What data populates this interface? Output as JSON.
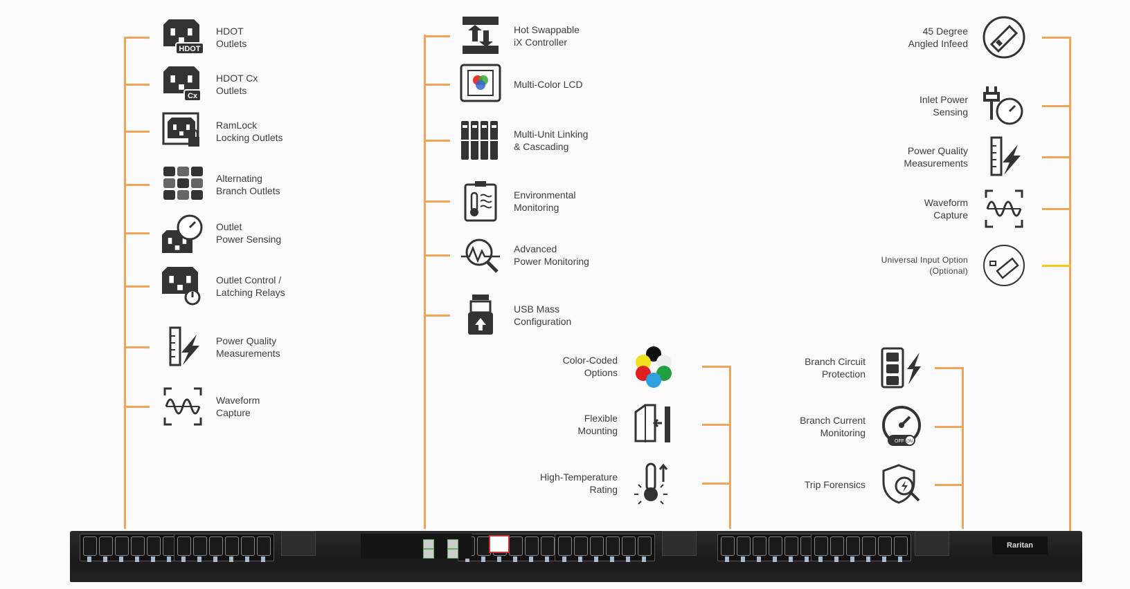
{
  "groups": {
    "left": [
      {
        "lines": [
          "HDOT",
          "Outlets"
        ],
        "icon": "hdot-outlet-icon",
        "badge": "HDOT"
      },
      {
        "lines": [
          "HDOT Cx",
          "Outlets"
        ],
        "icon": "hdot-cx-outlet-icon",
        "badge": "Cx"
      },
      {
        "lines": [
          "RamLock",
          "Locking Outlets"
        ],
        "icon": "ramlock-icon"
      },
      {
        "lines": [
          "Alternating",
          "Branch Outlets"
        ],
        "icon": "alternating-outlets-icon"
      },
      {
        "lines": [
          "Outlet",
          "Power Sensing"
        ],
        "icon": "outlet-sensing-icon"
      },
      {
        "lines": [
          "Outlet Control /",
          "Latching Relays"
        ],
        "icon": "outlet-power-icon"
      },
      {
        "lines": [
          "Power Quality",
          "Measurements"
        ],
        "icon": "power-quality-icon"
      },
      {
        "lines": [
          "Waveform",
          "Capture"
        ],
        "icon": "waveform-icon"
      }
    ],
    "middle": [
      {
        "lines": [
          "Hot Swappable",
          "iX Controller"
        ],
        "icon": "controller-swap-icon"
      },
      {
        "lines": [
          "Multi-Color LCD"
        ],
        "icon": "lcd-icon"
      },
      {
        "lines": [
          "Multi-Unit Linking",
          "& Cascading"
        ],
        "icon": "linking-icon"
      },
      {
        "lines": [
          "Environmental",
          "Monitoring"
        ],
        "icon": "thermometer-clipboard-icon"
      },
      {
        "lines": [
          "Advanced",
          "Power Monitoring"
        ],
        "icon": "monitoring-magnifier-icon"
      },
      {
        "lines": [
          "USB Mass",
          "Configuration"
        ],
        "icon": "usb-icon"
      }
    ],
    "center_right": [
      {
        "lines": [
          "Color-Coded",
          "Options"
        ],
        "icon": "color-dots-icon"
      },
      {
        "lines": [
          "Flexible",
          "Mounting"
        ],
        "icon": "mounting-icon"
      },
      {
        "lines": [
          "High-Temperature",
          "Rating"
        ],
        "icon": "high-temp-icon"
      }
    ],
    "right_lower": [
      {
        "lines": [
          "Branch Circuit",
          "Protection"
        ],
        "icon": "branch-protection-icon"
      },
      {
        "lines": [
          "Branch Current",
          "Monitoring"
        ],
        "icon": "gauge-icon",
        "toggle": [
          "OFF",
          "ON"
        ]
      },
      {
        "lines": [
          "Trip Forensics"
        ],
        "icon": "shield-search-icon"
      }
    ],
    "right": [
      {
        "lines": [
          "45 Degree",
          "Angled Infeed"
        ],
        "icon": "angled-infeed-icon"
      },
      {
        "lines": [
          "Inlet Power",
          "Sensing"
        ],
        "icon": "inlet-sensing-icon"
      },
      {
        "lines": [
          "Power Quality",
          "Measurements"
        ],
        "icon": "power-quality-icon"
      },
      {
        "lines": [
          "Waveform",
          "Capture"
        ],
        "icon": "waveform-icon"
      },
      {
        "lines": [
          "Universal Input Option",
          "(Optional)"
        ],
        "icon": "universal-input-icon"
      }
    ]
  },
  "pdu": {
    "brand": "Raritan"
  },
  "colors": {
    "connector": "#f0a457",
    "connector_optional": "#f5c518",
    "icon": "#333333",
    "text": "#3d3d3d"
  }
}
